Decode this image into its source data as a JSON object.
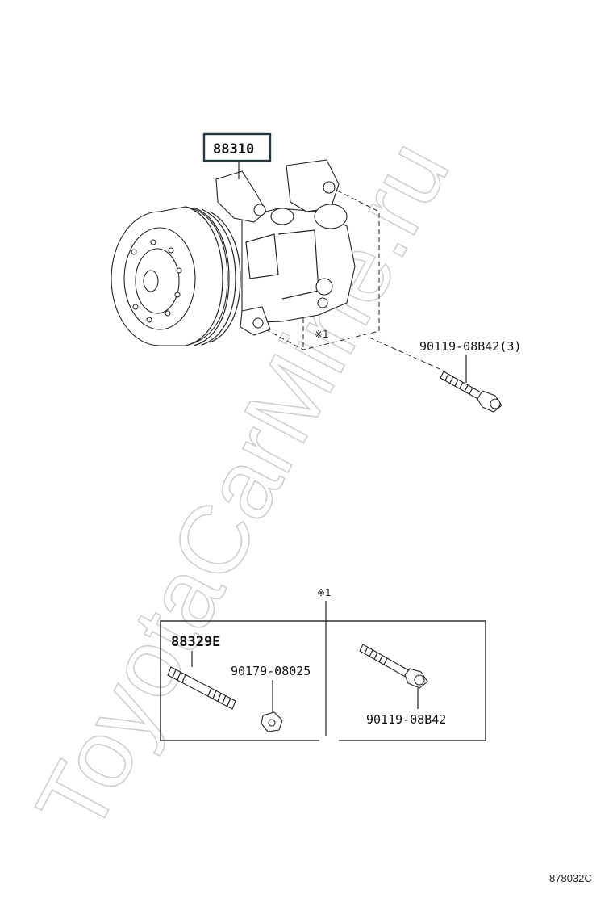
{
  "watermark": "ToyotaCarMine.ru",
  "diagram_code": "878032C",
  "callouts": {
    "compressor_part_no": "88310",
    "bolt_upper_part_no": "90119-08B42(3)",
    "note_mark_upper": "※1",
    "note_mark_box": "※1",
    "stud_part_no": "88329E",
    "nut_part_no": "90179-08025",
    "bolt_lower_part_no": "90119-08B42"
  },
  "colors": {
    "ink": "#222222",
    "highlight_border": "#1e3a44",
    "watermark": "#cfcfcf"
  }
}
